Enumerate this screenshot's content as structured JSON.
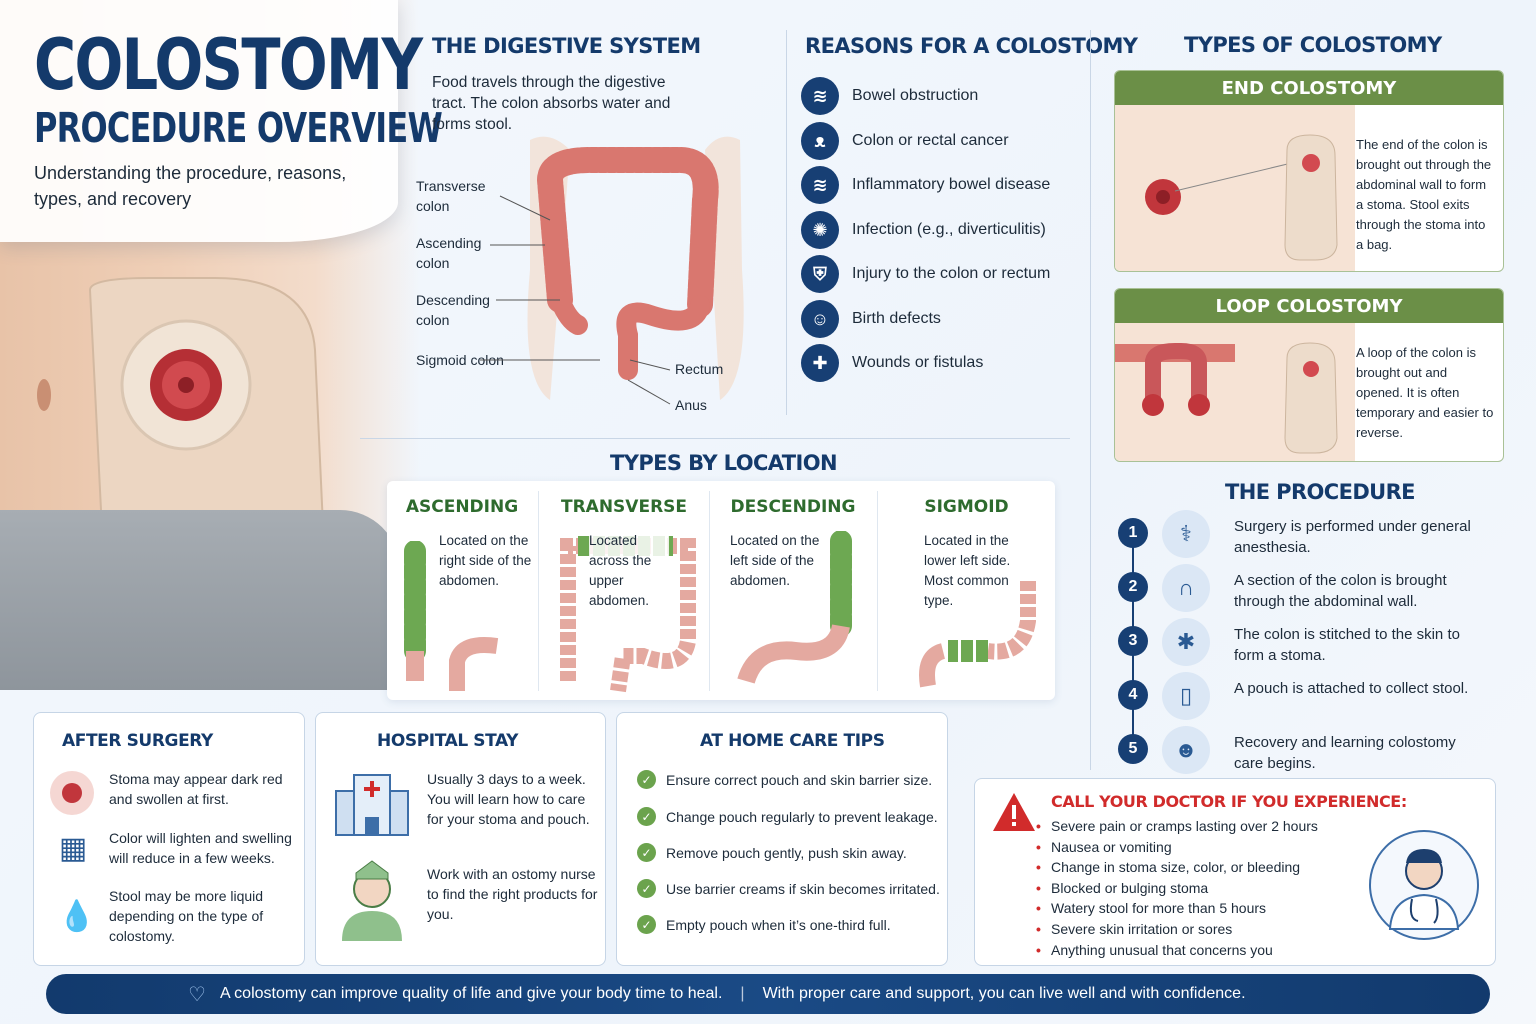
{
  "hero": {
    "title": "COLOSTOMY",
    "subtitle": "PROCEDURE OVERVIEW",
    "description": "Understanding the procedure, reasons, types, and recovery"
  },
  "digestive": {
    "title": "THE DIGESTIVE SYSTEM",
    "description": "Food travels through the digestive tract. The colon absorbs water and forms stool.",
    "labels": {
      "transverse": "Transverse colon",
      "ascending": "Ascending colon",
      "descending": "Descending colon",
      "sigmoid": "Sigmoid colon",
      "rectum": "Rectum",
      "anus": "Anus"
    }
  },
  "reasons": {
    "title": "REASONS FOR A COLOSTOMY",
    "items": [
      {
        "label": "Bowel obstruction",
        "icon": "intestine-icon"
      },
      {
        "label": "Colon or rectal cancer",
        "icon": "ribbon-icon"
      },
      {
        "label": "Inflammatory bowel disease",
        "icon": "intestine-icon"
      },
      {
        "label": "Infection (e.g., diverticulitis)",
        "icon": "virus-icon"
      },
      {
        "label": "Injury to the colon or rectum",
        "icon": "shield-icon"
      },
      {
        "label": "Birth defects",
        "icon": "baby-icon"
      },
      {
        "label": "Wounds or fistulas",
        "icon": "cross-icon"
      }
    ]
  },
  "types": {
    "title": "TYPES OF COLOSTOMY",
    "end": {
      "title": "END COLOSTOMY",
      "text": "The end of the colon is brought out through the abdominal wall to form a stoma. Stool exits through the stoma into a bag."
    },
    "loop": {
      "title": "LOOP COLOSTOMY",
      "text": "A loop of the colon is brought out and opened. It is often temporary and easier to reverse."
    }
  },
  "location": {
    "title": "TYPES BY LOCATION",
    "items": [
      {
        "title": "ASCENDING",
        "text": "Located on the right side of the abdomen."
      },
      {
        "title": "TRANSVERSE",
        "text": "Located across the upper abdomen."
      },
      {
        "title": "DESCENDING",
        "text": "Located on the left side of the abdomen."
      },
      {
        "title": "SIGMOID",
        "text": "Located in the lower left side. Most common type."
      }
    ]
  },
  "procedure": {
    "title": "THE PROCEDURE",
    "steps": [
      {
        "num": "1",
        "text": "Surgery is performed under general anesthesia.",
        "icon": "surgeon-icon"
      },
      {
        "num": "2",
        "text": "A section of the colon is brought through the abdominal wall.",
        "icon": "colon-icon"
      },
      {
        "num": "3",
        "text": "The colon is stitched to the skin to form a stoma.",
        "icon": "stitch-icon"
      },
      {
        "num": "4",
        "text": "A pouch is attached to collect stool.",
        "icon": "pouch-icon"
      },
      {
        "num": "5",
        "text": "Recovery and learning colostomy care begins.",
        "icon": "patient-icon"
      }
    ]
  },
  "after": {
    "title": "AFTER SURGERY",
    "items": [
      {
        "text": "Stoma may appear dark red and swollen at first.",
        "icon": "stoma-icon"
      },
      {
        "text": "Color will lighten and swelling will reduce in a few weeks.",
        "icon": "calendar-icon"
      },
      {
        "text": "Stool may be more liquid depending on the type of colostomy.",
        "icon": "droplet-icon"
      }
    ]
  },
  "hospital": {
    "title": "HOSPITAL STAY",
    "items": [
      {
        "text": "Usually 3 days to a week. You will learn how to care for your stoma and pouch.",
        "icon": "hospital-icon"
      },
      {
        "text": "Work with an ostomy nurse to find the right products for you.",
        "icon": "nurse-icon"
      }
    ]
  },
  "home": {
    "title": "AT HOME CARE TIPS",
    "tips": [
      "Ensure correct pouch and skin barrier size.",
      "Change pouch regularly to prevent leakage.",
      "Remove pouch gently, push skin away.",
      "Use barrier creams if skin becomes irritated.",
      "Empty pouch when it’s one-third full."
    ]
  },
  "doctor": {
    "title": "CALL YOUR DOCTOR IF YOU EXPERIENCE:",
    "items": [
      "Severe pain or cramps lasting over 2 hours",
      "Nausea or vomiting",
      "Change in stoma size, color, or bleeding",
      "Blocked or bulging stoma",
      "Watery stool for more than 5 hours",
      "Severe skin irritation or sores",
      "Anything unusual that concerns you"
    ]
  },
  "footer": {
    "left": "A colostomy can improve quality of life and give your body time to heal.",
    "right": "With proper care and support, you can live well and with confidence."
  },
  "colors": {
    "navy": "#143a6b",
    "green": "#6b8f47",
    "red": "#d12b2b",
    "colon": "#d9776f"
  }
}
